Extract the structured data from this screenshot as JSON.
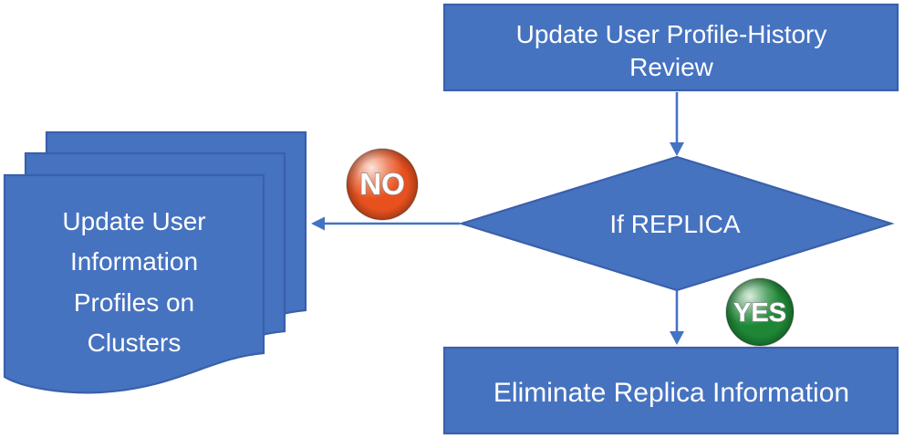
{
  "flowchart": {
    "colors": {
      "shape_fill": "#4673C0",
      "shape_border": "#3A60AB",
      "arrow": "#4472C4",
      "no_badge": "#E8511E",
      "yes_badge": "#1E8736",
      "text": "#FFFFFF"
    },
    "nodes": {
      "history_review": {
        "lines": [
          "Update User Profile-History",
          "Review"
        ]
      },
      "decision": {
        "label": "If REPLICA"
      },
      "eliminate": {
        "label": "Eliminate Replica Information"
      },
      "update_profiles": {
        "lines": [
          "Update User",
          "Information",
          "Profiles on",
          "Clusters"
        ]
      }
    },
    "branches": {
      "no": "NO",
      "yes": "YES"
    }
  }
}
